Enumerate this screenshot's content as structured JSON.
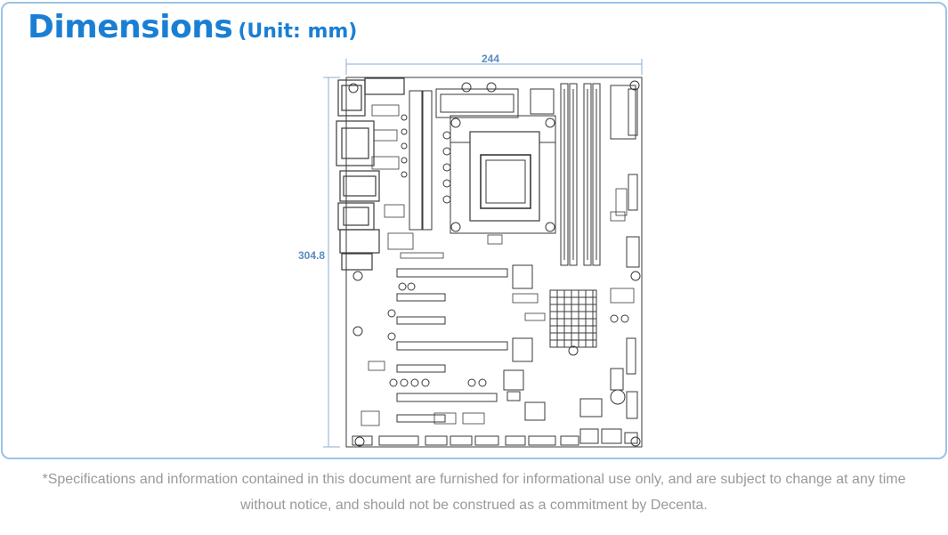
{
  "title": {
    "main": "Dimensions",
    "unit": "(Unit: mm)"
  },
  "dimensions": {
    "width": "244",
    "height": "304.8"
  },
  "board_diagram": {
    "icon": "motherboard-outline-drawing",
    "line_color": "#3a3a3a",
    "dimension_color": "#5b8bc1"
  },
  "disclaimer": {
    "line1": "*Specifications and information contained in this document are furnished for informational use only, and are subject to change at any time",
    "line2": "without notice, and should not be construed as a commitment by Decenta."
  },
  "colors": {
    "accent": "#1a7fd4",
    "border": "#9cc3e6",
    "muted_text": "#9a9a9a"
  }
}
